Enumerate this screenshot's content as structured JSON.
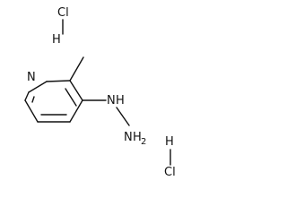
{
  "molecule": {
    "atoms": {
      "ring_nitrogen": "N",
      "hydrazine_nh": "H",
      "hydrazine_n": "N",
      "amine_nh2_n": "N",
      "amine_nh2_h": "H",
      "amine_nh2_sub": "2"
    },
    "salts": [
      {
        "cl": "Cl",
        "h": "H"
      },
      {
        "cl": "Cl",
        "h": "H"
      }
    ]
  },
  "colors": {
    "ink": "#111111",
    "background": "#ffffff"
  }
}
